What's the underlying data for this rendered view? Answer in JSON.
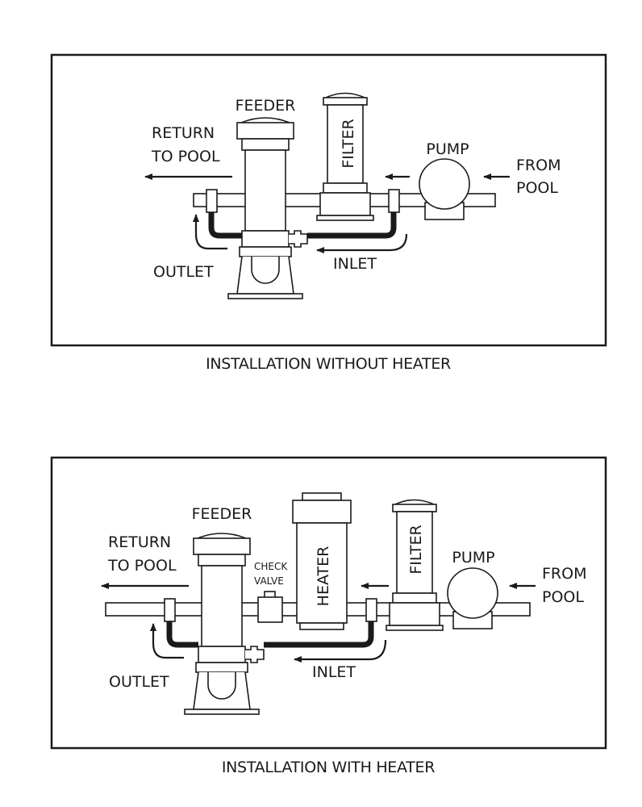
{
  "panels": [
    {
      "caption": "INSTALLATION WITHOUT HEATER",
      "labels": {
        "feeder": "FEEDER",
        "filter": "FILTER",
        "pump": "PUMP",
        "return_line1": "RETURN",
        "return_line2": "TO POOL",
        "from_line1": "FROM",
        "from_line2": "POOL",
        "outlet": "OUTLET",
        "inlet": "INLET"
      }
    },
    {
      "caption": "INSTALLATION WITH HEATER",
      "labels": {
        "feeder": "FEEDER",
        "heater": "HEATER",
        "check_valve_line1": "CHECK",
        "check_valve_line2": "VALVE",
        "filter": "FILTER",
        "pump": "PUMP",
        "return_line1": "RETURN",
        "return_line2": "TO POOL",
        "from_line1": "FROM",
        "from_line2": "POOL",
        "outlet": "OUTLET",
        "inlet": "INLET"
      }
    }
  ],
  "colors": {
    "stroke": "#1a1a1a",
    "fill": "#ffffff",
    "hose": "#1a1a1a"
  }
}
